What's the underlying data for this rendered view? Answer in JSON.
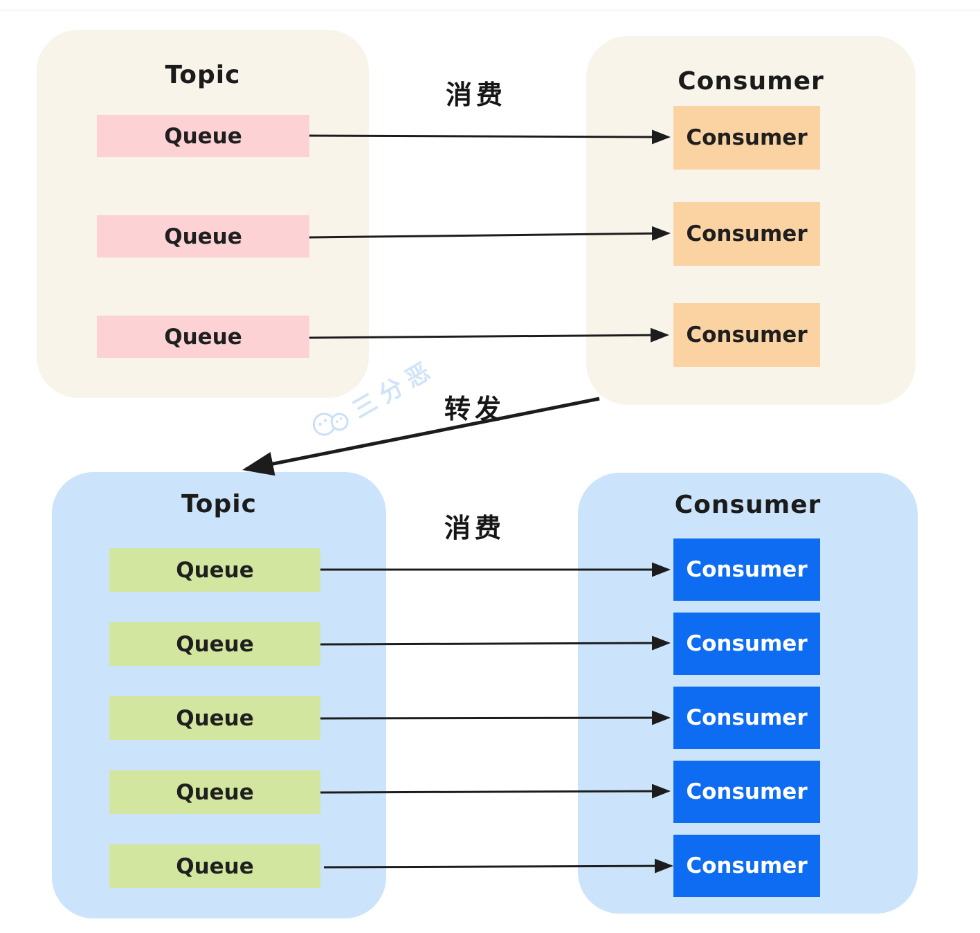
{
  "diagram": {
    "description_labels": {
      "consume_top": "消费",
      "consume_bottom": "消费",
      "forward": "转发"
    },
    "groups": [
      {
        "topic": {
          "title": "Topic",
          "bg": "#f8f4e9",
          "queue_bg": "#fcd2d5",
          "queues": [
            "Queue",
            "Queue",
            "Queue"
          ]
        },
        "consumer": {
          "title": "Consumer",
          "bg": "#f8f4e9",
          "consumer_bg": "#fbd3a3",
          "consumer_text": "#1f1f1f",
          "consumers": [
            "Consumer",
            "Consumer",
            "Consumer"
          ]
        },
        "arrow_label": "消费"
      },
      {
        "topic": {
          "title": "Topic",
          "bg": "#cbe4fb",
          "queue_bg": "#d2e69f",
          "queues": [
            "Queue",
            "Queue",
            "Queue",
            "Queue",
            "Queue"
          ]
        },
        "consumer": {
          "title": "Consumer",
          "bg": "#cbe4fb",
          "consumer_bg": "#0d6cf2",
          "consumer_text": "#ffffff",
          "consumers": [
            "Consumer",
            "Consumer",
            "Consumer",
            "Consumer",
            "Consumer"
          ]
        },
        "arrow_label": "消费"
      }
    ],
    "forward_arrow": {
      "label": "转发"
    },
    "watermark": {
      "text": "三分恶",
      "icon": "wechat-icon",
      "color": "#cfe4f8"
    },
    "colors": {
      "cream_container": "#f8f4e9",
      "blue_container": "#cbe4fb",
      "pink_queue": "#fcd2d5",
      "orange_consumer": "#fbd3a3",
      "green_queue": "#d2e69f",
      "blue_consumer": "#0d6cf2",
      "arrow": "#1c1c1c",
      "watermark": "#cfe4f8"
    }
  }
}
